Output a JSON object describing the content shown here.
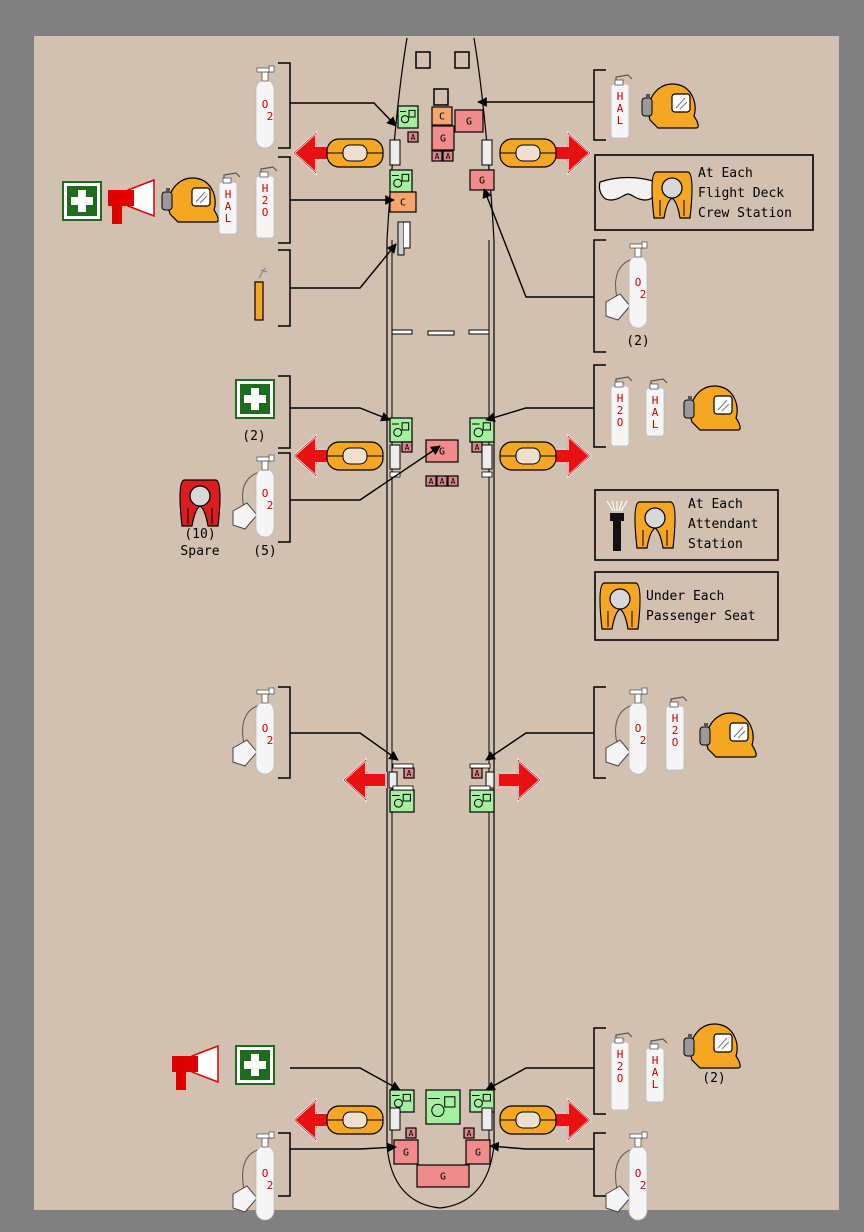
{
  "colors": {
    "frame": "#808080",
    "background": "#d2c0b0",
    "galley": "#f08c8c",
    "closet": "#f5a66e",
    "lavatory": "#a4f0a0",
    "attendant": "#d9878a",
    "cylinder": "#f5f5f5",
    "cylinder_text": "#d00000",
    "exit_arrow": "#e81010",
    "life_raft": "#f5a623",
    "first_aid": "#1e6b1e",
    "pbe_hood": "#f5a623",
    "life_vest": "#f5a623"
  },
  "codes": {
    "galley": "G",
    "closet": "C",
    "attendant": "A"
  },
  "cylinders": {
    "oxygen": "O2",
    "water": "H2O",
    "halon": "HAL"
  },
  "legend": {
    "flight_deck": {
      "line1": "At Each",
      "line2": "Flight Deck",
      "line3": "Crew Station",
      "icons": [
        "smoke-goggles-icon",
        "life-vest-icon"
      ]
    },
    "attendant": {
      "line1": "At Each",
      "line2": "Attendant",
      "line3": "Station",
      "icons": [
        "flashlight-icon",
        "life-vest-icon"
      ]
    },
    "passenger": {
      "line1": "Under Each",
      "line2": "Passenger Seat",
      "icons": [
        "life-vest-icon"
      ]
    }
  },
  "counts": {
    "flight_deck_right_o2": "(2)",
    "mid_left_first_aid": "(2)",
    "mid_left_vests_count": "(10)",
    "mid_left_vests_note": "Spare",
    "mid_left_o2": "(5)",
    "aft_right_pbe": "(2)"
  },
  "equipment_groups": [
    {
      "location": "forward-left-upper",
      "items": [
        "oxygen-cylinder-icon"
      ]
    },
    {
      "location": "forward-left-middle",
      "items": [
        "first-aid-kit-icon",
        "megaphone-icon",
        "pbe-hood-icon",
        "halon-extinguisher-icon",
        "water-extinguisher-icon"
      ]
    },
    {
      "location": "forward-left-lower",
      "items": [
        "crash-axe-icon"
      ]
    },
    {
      "location": "forward-right-upper",
      "items": [
        "halon-extinguisher-icon",
        "pbe-hood-icon"
      ]
    },
    {
      "location": "forward-right-lower",
      "items": [
        "oxygen-cylinder-icon"
      ]
    },
    {
      "location": "mid-left-upper",
      "items": [
        "first-aid-kit-icon"
      ]
    },
    {
      "location": "mid-left-lower",
      "items": [
        "life-vest-icon",
        "oxygen-cylinder-icon"
      ]
    },
    {
      "location": "mid-right-upper",
      "items": [
        "water-extinguisher-icon",
        "halon-extinguisher-icon",
        "pbe-hood-icon"
      ]
    },
    {
      "location": "overwing-left",
      "items": [
        "oxygen-cylinder-icon"
      ]
    },
    {
      "location": "overwing-right",
      "items": [
        "oxygen-cylinder-icon",
        "water-extinguisher-icon",
        "pbe-hood-icon"
      ]
    },
    {
      "location": "aft-left-upper",
      "items": [
        "megaphone-icon",
        "first-aid-kit-icon"
      ]
    },
    {
      "location": "aft-left-lower",
      "items": [
        "oxygen-cylinder-icon"
      ]
    },
    {
      "location": "aft-right-upper",
      "items": [
        "water-extinguisher-icon",
        "halon-extinguisher-icon",
        "pbe-hood-icon"
      ]
    },
    {
      "location": "aft-right-lower",
      "items": [
        "oxygen-cylinder-icon"
      ]
    }
  ]
}
